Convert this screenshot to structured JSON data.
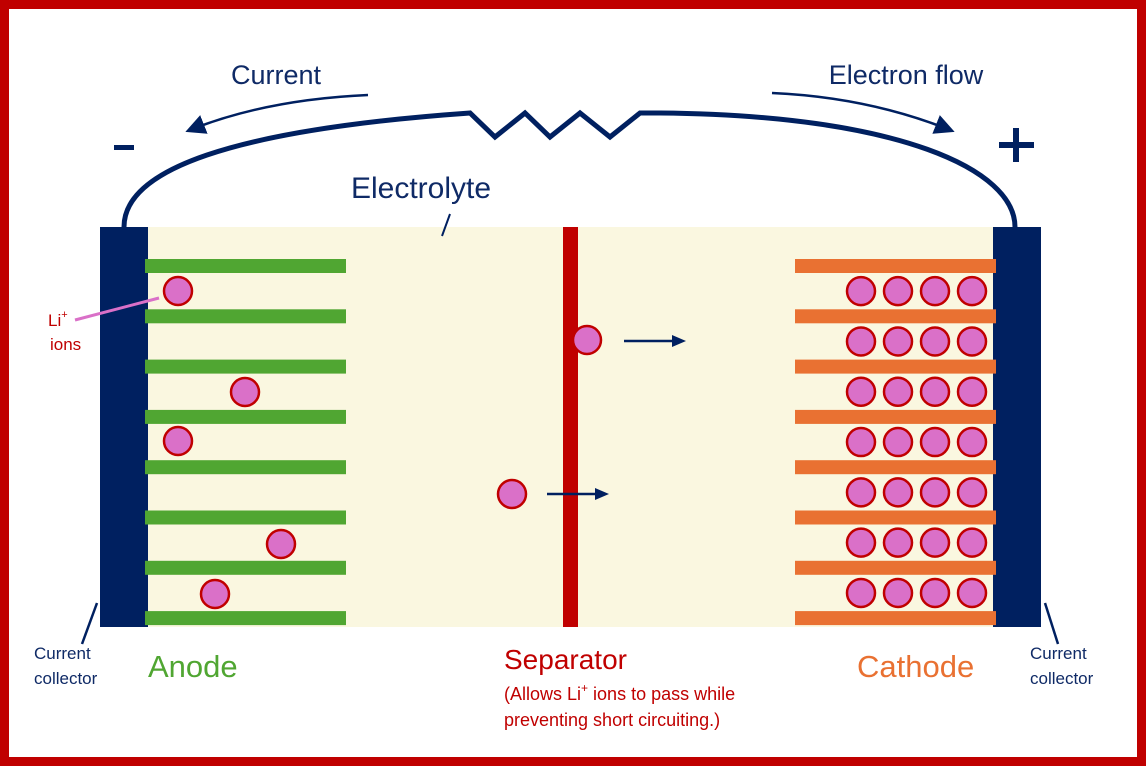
{
  "diagram": {
    "title": "Lithium-ion battery cell discharge",
    "colors": {
      "frame": "#c00000",
      "navy": "#002060",
      "electrolyte": "#faf7e0",
      "anode": "#50a632",
      "cathode": "#e97132",
      "separator": "#c00000",
      "ion_fill": "#da70c8",
      "ion_stroke": "#c00000",
      "ion_pointer": "#da70c8",
      "label_navy": "#0f2a66",
      "label_red": "#c00000"
    },
    "labels": {
      "current": "Current",
      "electron_flow": "Electron flow",
      "negative_terminal": "-",
      "positive_terminal": "+",
      "electrolyte": "Electrolyte",
      "li_ion": "Li",
      "li_ion_superscript": "+",
      "ions": "ions",
      "current_collector_left_line1": "Current",
      "current_collector_left_line2": "collector",
      "current_collector_right_line1": "Current",
      "current_collector_right_line2": "collector",
      "anode": "Anode",
      "separator": "Separator",
      "separator_note_prefix": "(Allows Li",
      "separator_note_superscript": "+",
      "separator_note_suffix": " ions to pass while",
      "separator_note_line2": "preventing short circuiting.)",
      "cathode": "Cathode"
    },
    "anode": {
      "layers": 8,
      "ions_between_layers": [
        1,
        0,
        1,
        1,
        0,
        1,
        1
      ]
    },
    "cathode": {
      "layers": 8,
      "ions_per_gap": 4,
      "gaps": 7
    },
    "migrating_ions": 2
  }
}
